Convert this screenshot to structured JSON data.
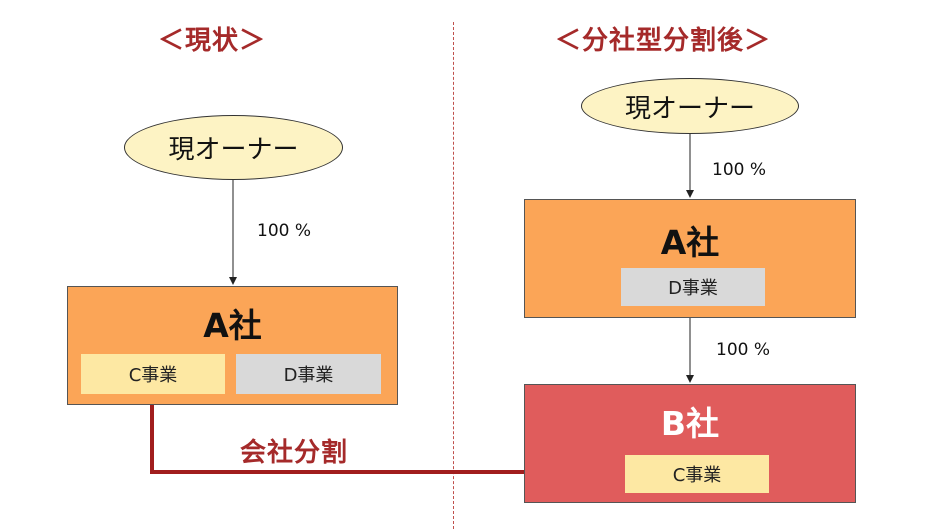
{
  "left": {
    "heading": "＜現状＞",
    "owner": "現オーナー",
    "ownership": "100 %",
    "company": {
      "name": "A社",
      "businesses": [
        "C事業",
        "D事業"
      ]
    }
  },
  "right": {
    "heading": "＜分社型分割後＞",
    "owner": "現オーナー",
    "ownership_top": "100 %",
    "company_a": {
      "name": "A社",
      "business": "D事業"
    },
    "ownership_mid": "100 %",
    "company_b": {
      "name": "B社",
      "business": "C事業"
    }
  },
  "transfer_label": "会社分割",
  "colors": {
    "heading": "#a52a2a",
    "owner_fill": "#fdf3c4",
    "company_a_fill": "#fba557",
    "company_b_fill": "#e05c5c",
    "business_c_fill": "#fde8a3",
    "business_d_fill": "#d9d9d9",
    "transfer_arrow": "#a11d1d"
  }
}
